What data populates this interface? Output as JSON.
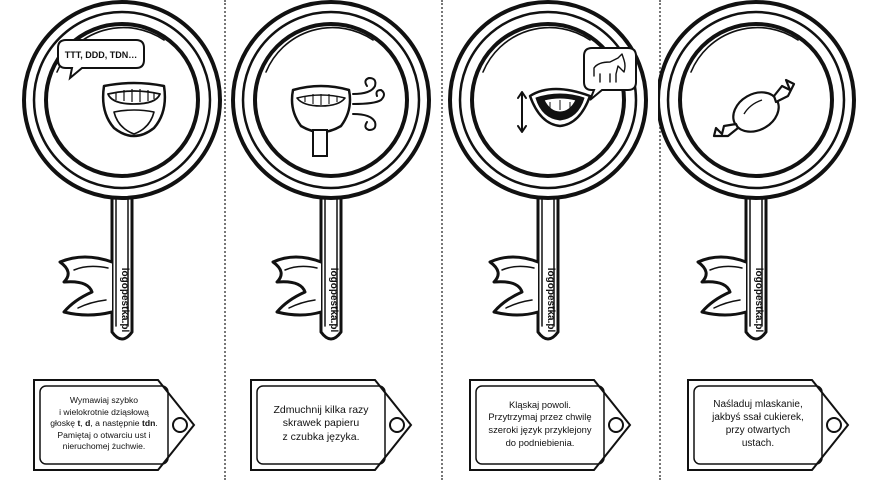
{
  "cards": [
    {
      "speech": "TTT, DDD, TDN…",
      "brand": "logopestka.pl",
      "instruction": {
        "line1": "Wymawiaj szybko",
        "line2": "i wielokrotnie dziąsłową",
        "line3_prefix": "głoskę ",
        "sound_t": "t",
        "sound_sep": ", ",
        "sound_d": "d",
        "line3_mid": ", a następnie ",
        "sound_tdn": "tdn",
        "line3_suffix": ".",
        "line4": "Pamiętaj o otwarciu ust i",
        "line5": "nieruchomej żuchwie."
      },
      "icons": [
        "speech-bubble-icon",
        "open-mouth-icon"
      ]
    },
    {
      "brand": "logopestka.pl",
      "instruction": {
        "line1": "Zdmuchnij kilka razy",
        "line2": "skrawek papieru",
        "line3": "z czubka języka."
      },
      "icons": [
        "mouth-blowing-icon",
        "paper-strip-icon",
        "wind-icon"
      ]
    },
    {
      "brand": "logopestka.pl",
      "instruction": {
        "line1": "Kląskaj powoli.",
        "line2": "Przytrzymaj przez chwilę",
        "line3": "szeroki język przyklejony",
        "line4": "do podniebienia."
      },
      "icons": [
        "horse-bubble-icon",
        "clicking-mouth-icon",
        "up-down-arrow-icon"
      ]
    },
    {
      "brand": "logopestka.pl",
      "instruction": {
        "line1": "Naśladuj mlaskanie,",
        "line2": "jakbyś ssał cukierek,",
        "line3": "przy otwartych",
        "line4": "ustach."
      },
      "icons": [
        "candy-icon"
      ]
    }
  ]
}
